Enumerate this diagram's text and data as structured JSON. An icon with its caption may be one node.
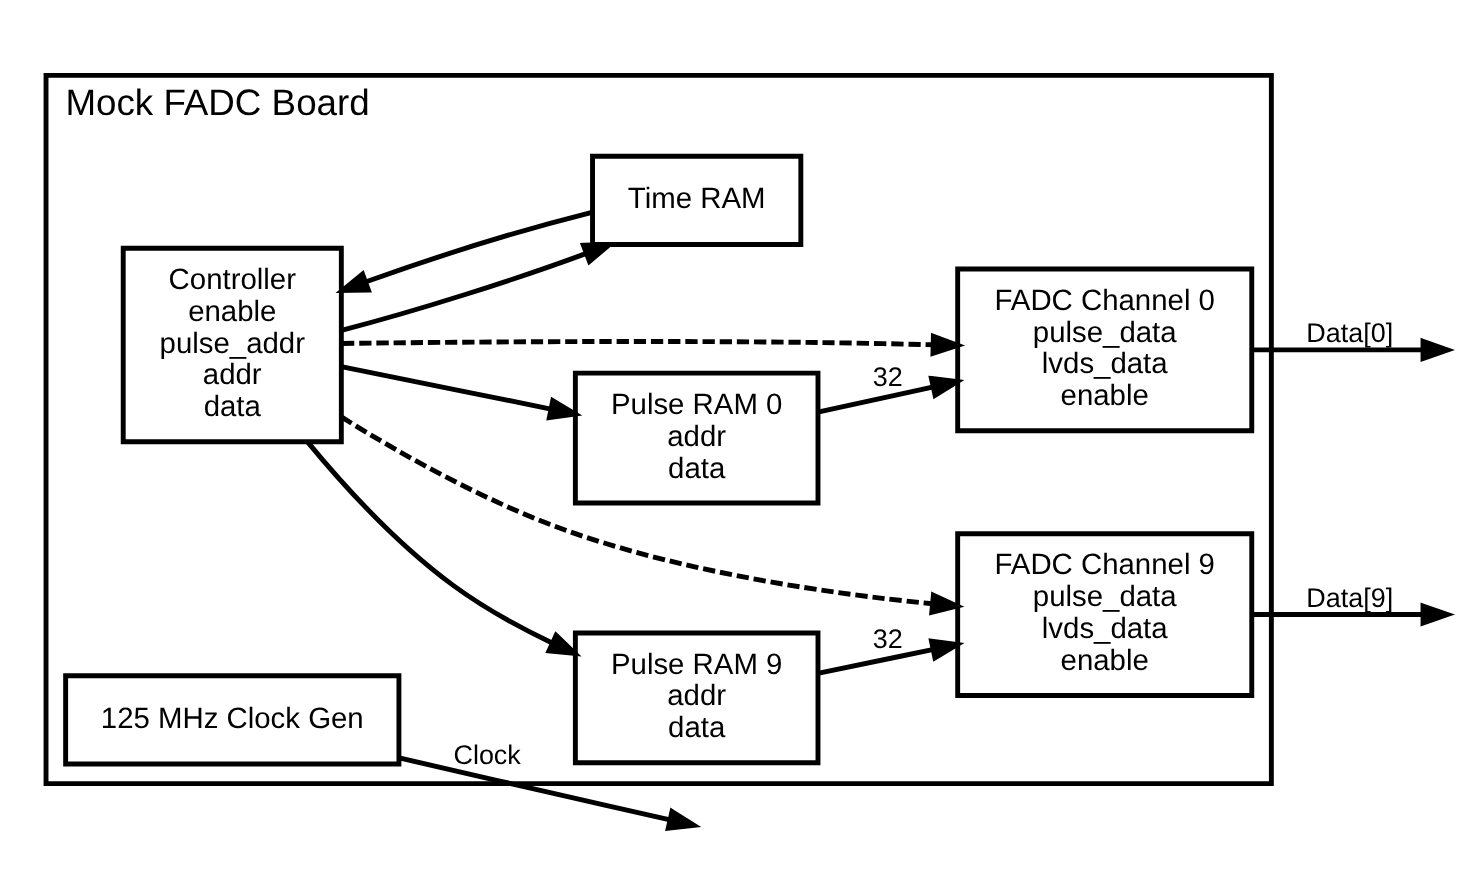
{
  "diagram": {
    "nodes": [
      {
        "text": [
          "Mock FADC Board"
        ]
      },
      {
        "text": [
          "Controller",
          "enable",
          "pulse_addr",
          "addr",
          "data"
        ],
        "in": 0
      },
      {
        "text": [
          "Pulse RAM 0",
          "addr",
          "data"
        ],
        "in": 0
      },
      {
        "text": [
          "FADC Channel 0",
          "pulse_data",
          "lvds_data",
          "enable"
        ],
        "in": 0
      },
      {
        "text": [
          "Pulse RAM 9",
          "addr",
          "data"
        ],
        "in": 0
      },
      {
        "text": [
          "FADC Channel 9",
          "pulse_data",
          "lvds_data",
          "enable"
        ],
        "in": 0
      },
      {
        "text": [
          "Time RAM"
        ],
        "in": 0
      },
      {
        "text": [
          "125 MHz Clock Gen"
        ],
        "in": 0
      }
    ],
    "edges": [
      {
        "from": 1,
        "to": 2,
        "arrow": "to"
      },
      {
        "from": 1,
        "to": 4,
        "arrow": "to"
      },
      {
        "from": 1,
        "to": 3,
        "arrow": "to",
        "style": "dashed"
      },
      {
        "from": 1,
        "to": 5,
        "arrow": "to",
        "style": "dashed"
      },
      {
        "from": 1,
        "to": 6,
        "arrow": "to"
      },
      {
        "from": 6,
        "to": 1,
        "arrow": "to"
      },
      {
        "from": 2,
        "to": 3,
        "arrow": "to",
        "label": "32"
      },
      {
        "from": 4,
        "to": 5,
        "arrow": "to",
        "label": "32"
      },
      {
        "from": 3,
        "to": null,
        "arrow": "to",
        "label": "Data[0]"
      },
      {
        "from": 5,
        "to": null,
        "arrow": "to",
        "label": "Data[9]"
      },
      {
        "from": 7,
        "to": null,
        "arrow": "to",
        "label": "Clock"
      }
    ]
  }
}
